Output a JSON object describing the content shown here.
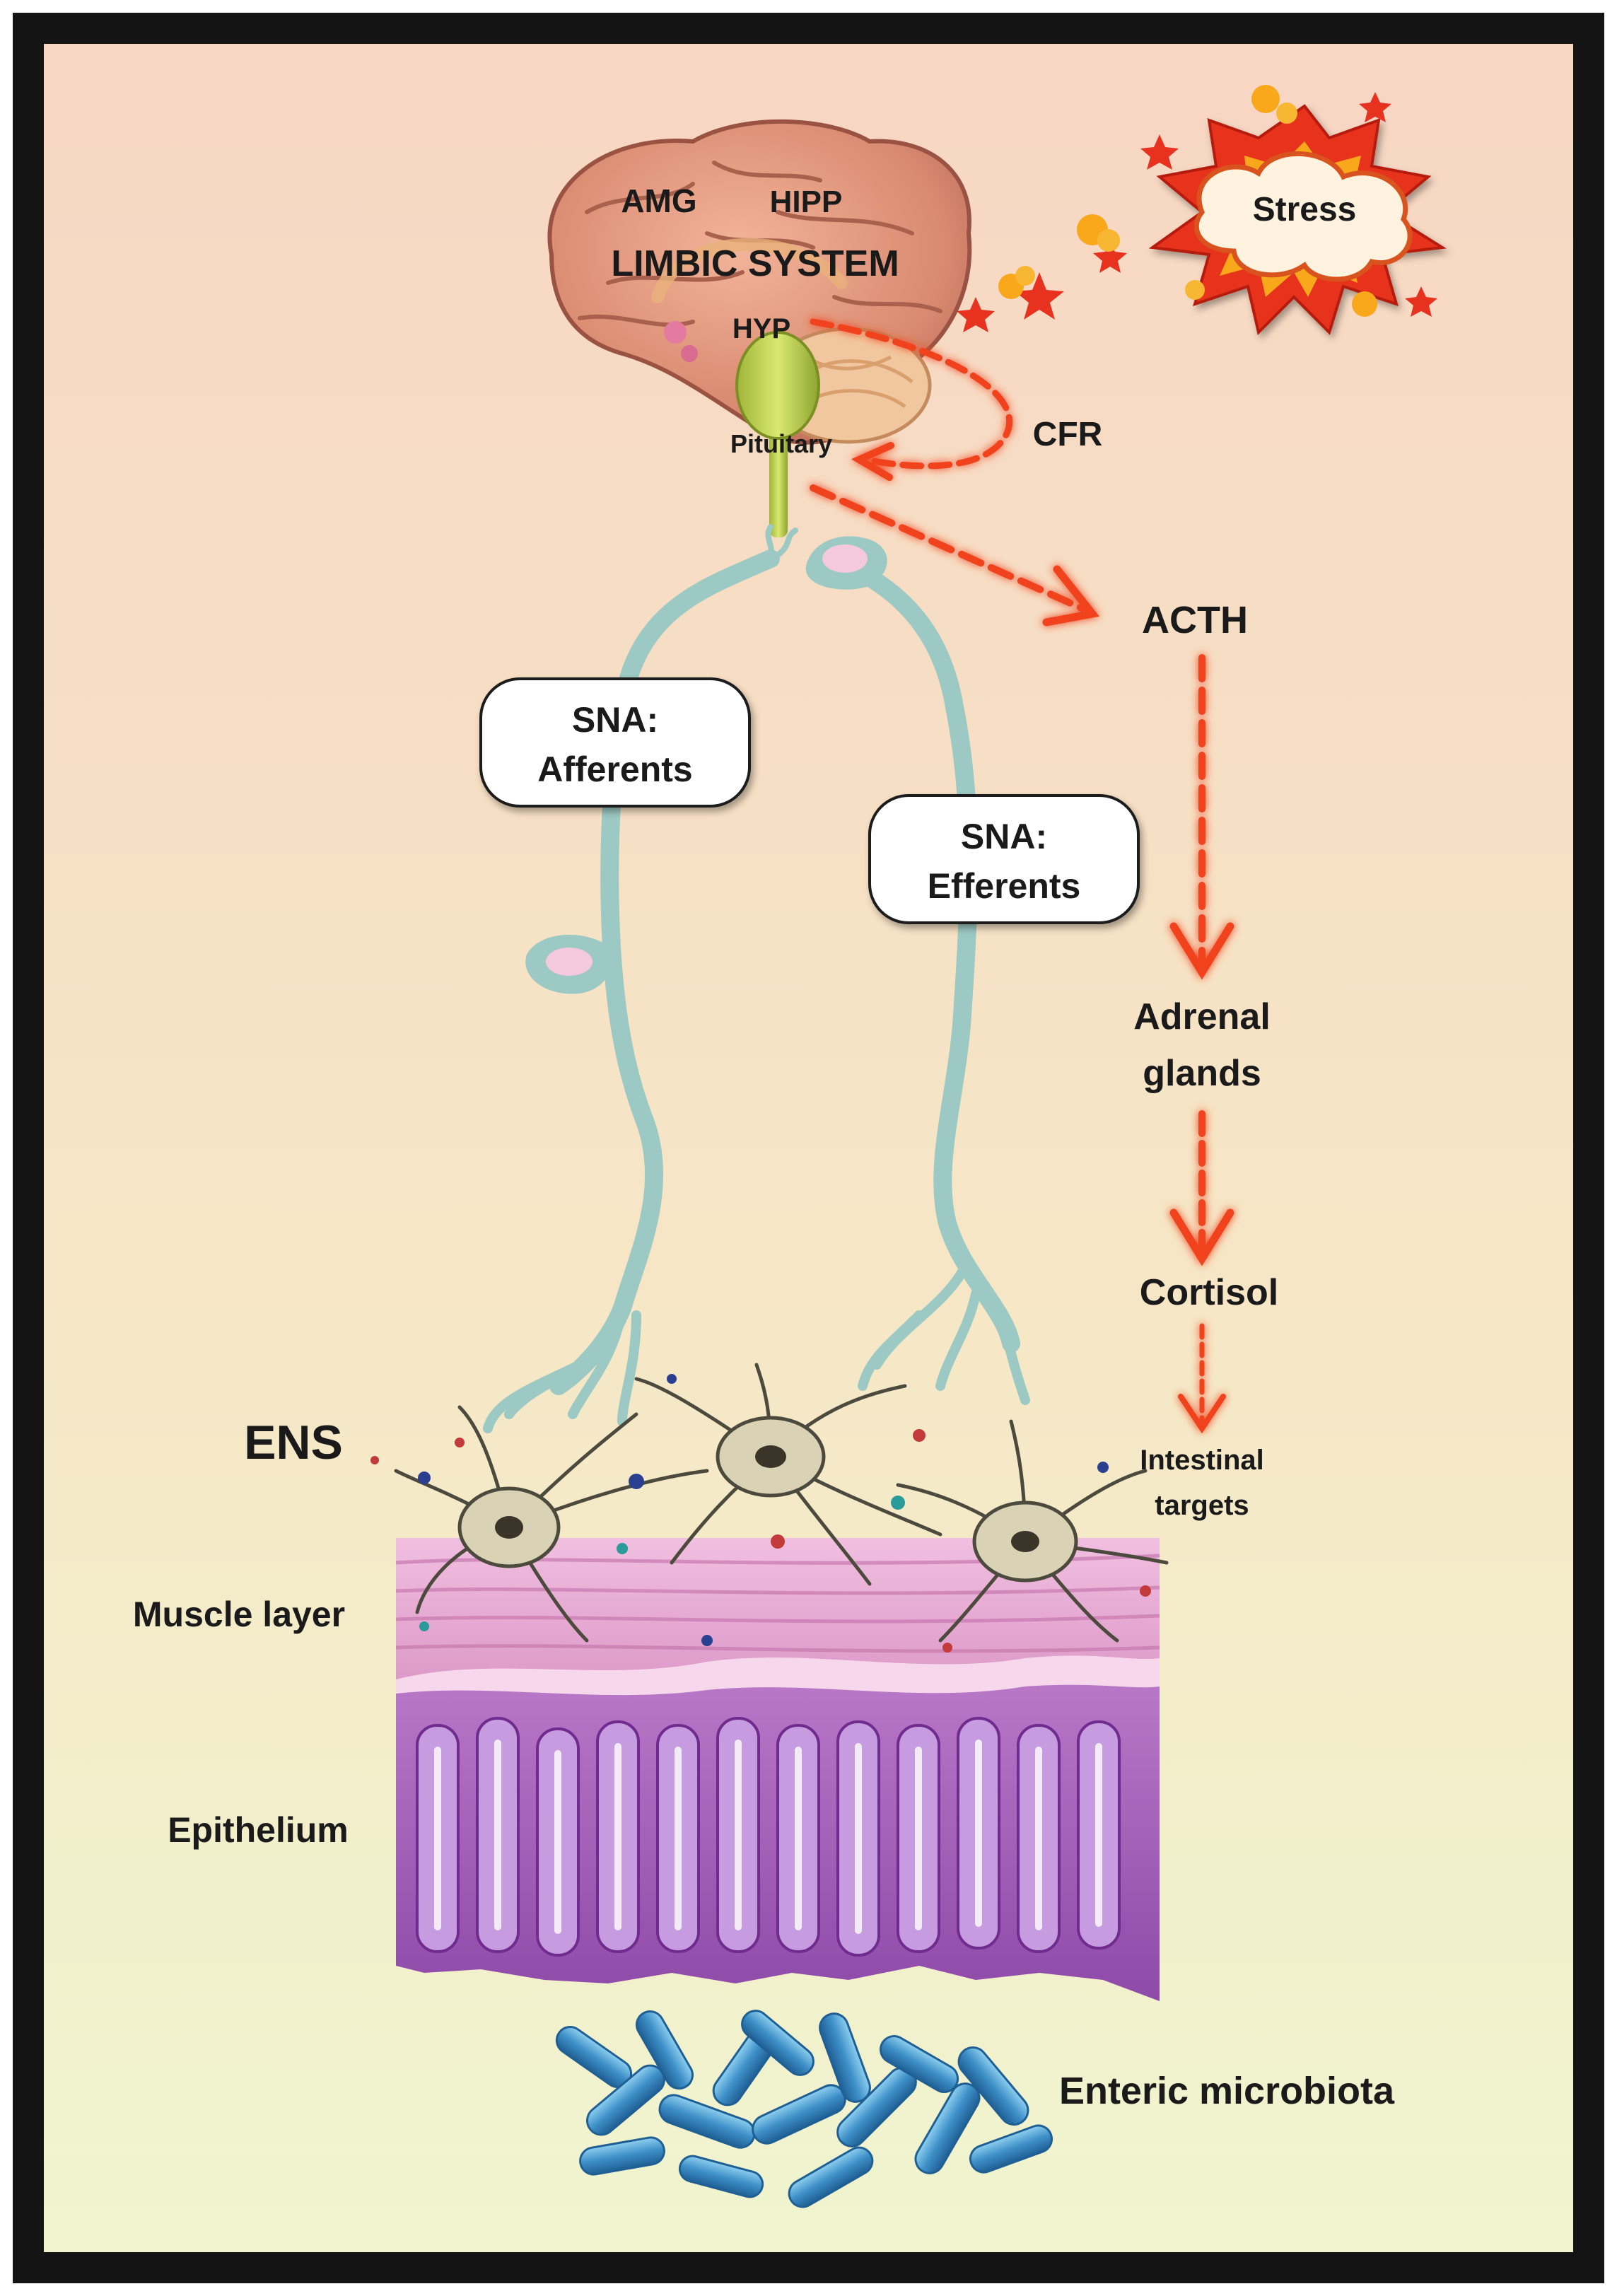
{
  "brain": {
    "amg": "AMG",
    "hipp": "HIPP",
    "limbic": "LIMBIC SYSTEM",
    "hyp": "HYP",
    "pituitary": "Pituitary"
  },
  "stress": "Stress",
  "hormones": {
    "cfr": "CFR",
    "acth": "ACTH",
    "adrenal_line1": "Adrenal",
    "adrenal_line2": "glands",
    "cortisol": "Cortisol",
    "intestinal_line1": "Intestinal",
    "intestinal_line2": "targets"
  },
  "sna_afferents": {
    "line1": "SNA:",
    "line2": "Afferents"
  },
  "sna_efferents": {
    "line1": "SNA:",
    "line2": "Efferents"
  },
  "layers": {
    "ens": "ENS",
    "muscle": "Muscle layer",
    "epithelium": "Epithelium",
    "microbiota": "Enteric microbiota"
  },
  "colors": {
    "arrow_red": "#f0431f",
    "nerve_teal": "#9cc9c3",
    "muscle_pink": "#e8a9d2",
    "epithelium_purple": "#a05fb8",
    "bacteria_blue": "#3d8fc7"
  }
}
